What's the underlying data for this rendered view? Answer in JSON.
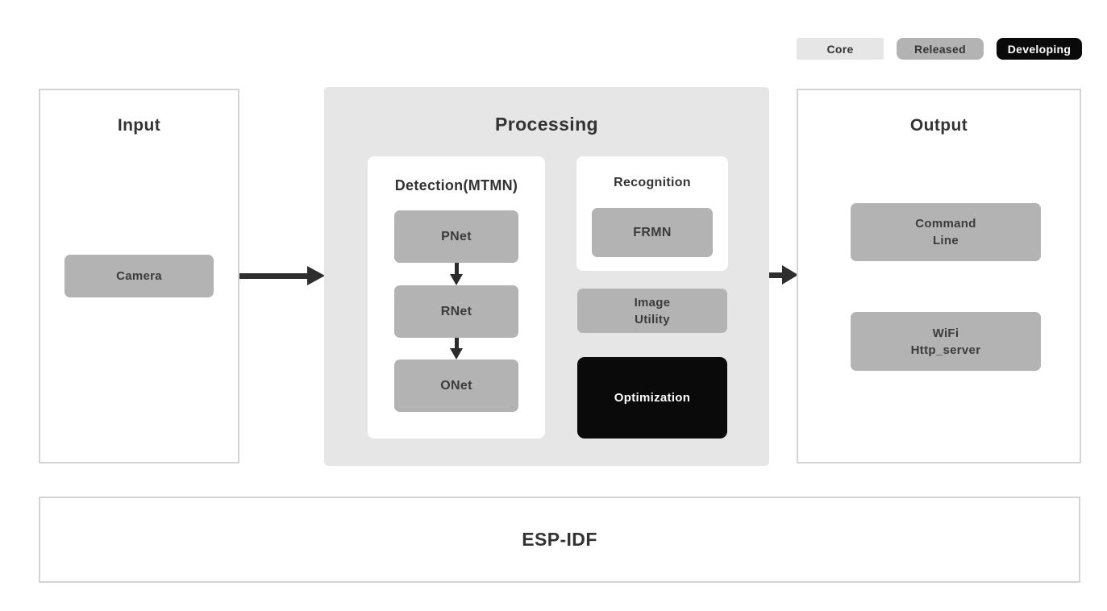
{
  "legend": {
    "core": {
      "label": "Core"
    },
    "released": {
      "label": "Released"
    },
    "developing": {
      "label": "Developing"
    }
  },
  "input_panel": {
    "title": "Input",
    "camera_label": "Camera"
  },
  "processing_panel": {
    "title": "Processing",
    "detection": {
      "title": "Detection(MTMN)",
      "pnet": "PNet",
      "rnet": "RNet",
      "onet": "ONet"
    },
    "recognition": {
      "title": "Recognition",
      "frmn": "FRMN"
    },
    "image_utility_label": "Image\nUtility",
    "optimization_label": "Optimization"
  },
  "output_panel": {
    "title": "Output",
    "command_line_label": "Command\nLine",
    "wifi_label": "WiFi\nHttp_server"
  },
  "foundation": {
    "title": "ESP-IDF"
  },
  "colors": {
    "core_bg": "#e6e6e6",
    "released_bg": "#b3b3b3",
    "developing_bg": "#0a0a0a",
    "processing_bg": "#e6e6e6",
    "node_gray": "#b3b3b3",
    "node_black": "#0a0a0a",
    "arrow": "#2e2e2e",
    "panel_border": "#d4d4d4",
    "text_dark": "#333333",
    "text_light": "#ffffff"
  }
}
